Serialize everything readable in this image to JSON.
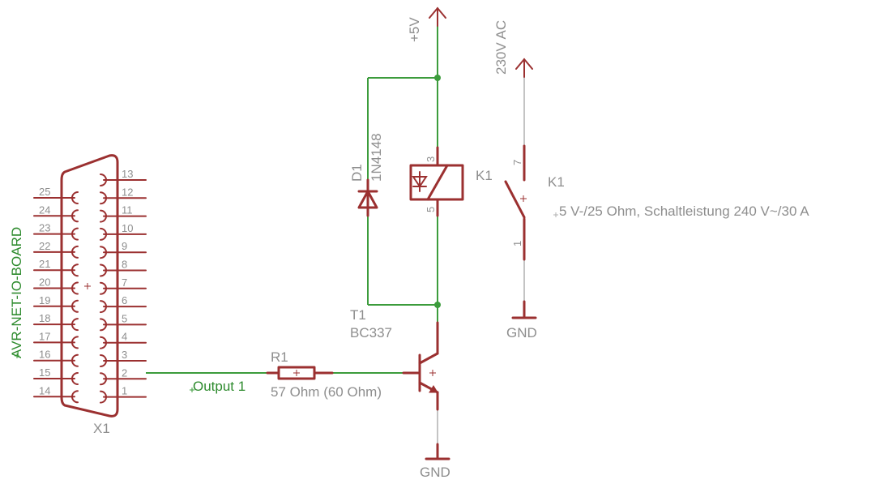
{
  "connector": {
    "name": "X1",
    "board_label": "AVR-NET-IO-BOARD",
    "left_pins": [
      "25",
      "24",
      "23",
      "22",
      "21",
      "20",
      "19",
      "18",
      "17",
      "16",
      "15",
      "14"
    ],
    "right_pins": [
      "13",
      "12",
      "11",
      "10",
      "9",
      "8",
      "7",
      "6",
      "5",
      "4",
      "3",
      "2",
      "1"
    ]
  },
  "net_output": "Output 1",
  "resistor": {
    "name": "R1",
    "value": "57 Ohm (60 Ohm)"
  },
  "transistor": {
    "name": "T1",
    "value": "BC337"
  },
  "diode": {
    "name": "D1",
    "value": "1N4148"
  },
  "relay_coil": {
    "name": "K1",
    "pin_top": "3",
    "pin_bottom": "5"
  },
  "relay_contact": {
    "name": "K1",
    "description": "5 V-/25 Ohm, Schaltleistung 240 V~/30 A",
    "pin_top": "7",
    "pin_bottom": "1"
  },
  "supply": {
    "vcc": "+5V",
    "ac": "230V AC"
  },
  "ground": {
    "gnd_transistor": "GND",
    "gnd_relay": "GND"
  },
  "colors": {
    "symbol": "#9b3030",
    "wire": "#3c9c3c",
    "text": "#8e8e8e",
    "net_label": "#2e8b2e"
  }
}
